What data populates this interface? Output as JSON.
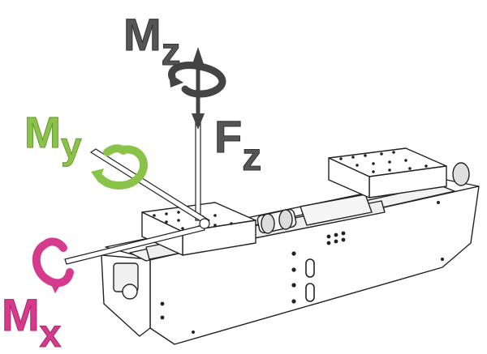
{
  "labels": {
    "mz": {
      "main": "M",
      "sub": "z"
    },
    "fz": {
      "main": "F",
      "sub": "z"
    },
    "my": {
      "main": "M",
      "sub": "y"
    },
    "mx": {
      "main": "M",
      "sub": "x"
    }
  },
  "colors": {
    "mz": "#555555",
    "fz": "#555555",
    "my": "#8bc34a",
    "mx": "#d63a8c",
    "line": "#222222",
    "fill": "#ffffff",
    "shade": "#e6e6e6",
    "dark": "#3a3a3a"
  }
}
